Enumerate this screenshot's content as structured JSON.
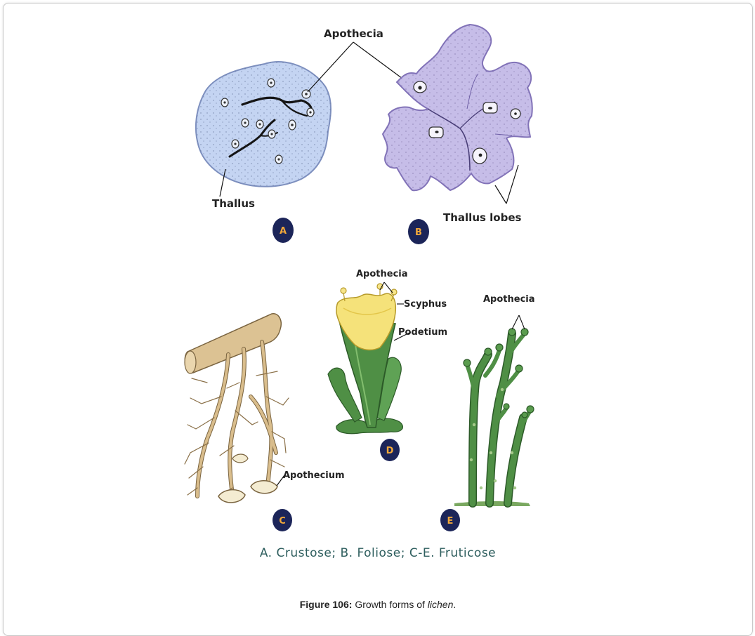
{
  "panels": {
    "a": {
      "badge": "A",
      "labels": {
        "apothecia": "Apothecia",
        "thallus": "Thallus"
      }
    },
    "b": {
      "badge": "B",
      "labels": {
        "thallus_lobes": "Thallus lobes"
      }
    },
    "c": {
      "badge": "C",
      "labels": {
        "apothecium": "Apothecium"
      }
    },
    "d": {
      "badge": "D",
      "labels": {
        "apothecia": "Apothecia",
        "scyphus": "Scyphus",
        "podetium": "Podetium"
      }
    },
    "e": {
      "badge": "E",
      "labels": {
        "apothecia": "Apothecia"
      }
    }
  },
  "forms_caption": "A. Crustose; B. Foliose; C-E. Fruticose",
  "figure_caption": {
    "number": "Figure 106:",
    "text": "Growth forms of",
    "term": "lichen",
    "end": "."
  },
  "colors": {
    "crustose_fill": "#c4d4f2",
    "foliose_fill": "#c6bde8",
    "fruticose_branch": "#d9bd8c",
    "podetium_green": "#4f8f45",
    "scyphus_yellow": "#f5e27a",
    "badge_navy": "#1c2559",
    "badge_letter": "#f2a83a",
    "caption_teal": "#2e5e5e"
  }
}
